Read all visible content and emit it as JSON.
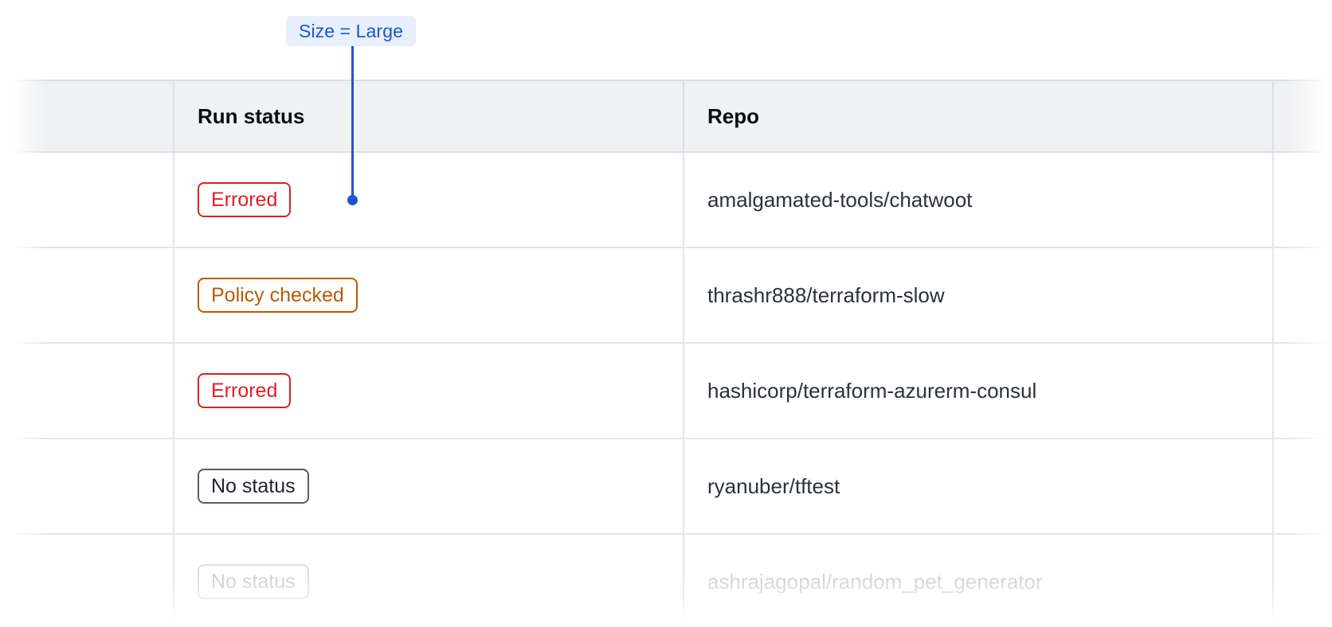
{
  "annotation": {
    "label": "Size = Large",
    "accent_color": "#1B55D4",
    "background_color": "#E8EFFD"
  },
  "table": {
    "columns": [
      {
        "key": "lead",
        "label": ""
      },
      {
        "key": "run_status",
        "label": "Run status"
      },
      {
        "key": "repo",
        "label": "Repo"
      },
      {
        "key": "tail",
        "label": ""
      }
    ],
    "header_background": "#F0F1F3",
    "rows": [
      {
        "status": "Errored",
        "status_variant": "errored",
        "repo": "amalgamated-tools/chatwoot",
        "faded": false
      },
      {
        "status": "Policy checked",
        "status_variant": "policy-checked",
        "repo": "thrashr888/terraform-slow",
        "faded": false
      },
      {
        "status": "Errored",
        "status_variant": "errored",
        "repo": "hashicorp/terraform-azurerm-consul",
        "faded": false
      },
      {
        "status": "No status",
        "status_variant": "no-status",
        "repo": "ryanuber/tftest",
        "faded": false
      },
      {
        "status": "No status",
        "status_variant": "no-status",
        "repo": "ashrajagopal/random_pet_generator",
        "faded": true
      }
    ]
  },
  "status_colors": {
    "errored": "#DE1F26",
    "policy_checked": "#BB5A00",
    "no_status": "#565D6D"
  }
}
